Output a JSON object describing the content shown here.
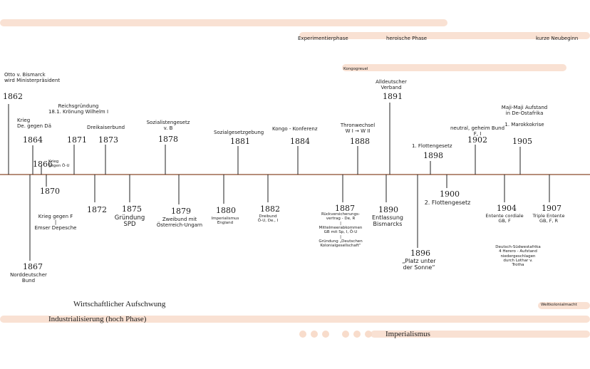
{
  "phases": {
    "experimental": "Experimentierphase",
    "heroic": "heroische Phase",
    "restart": "kurze Neubeginn",
    "congo": "Kongogreuel"
  },
  "eras": {
    "econ": "Wirtschaftlicher Aufschwung",
    "industrial": "Industrialisierung (hoch Phase)",
    "imperialism": "Imperialismus",
    "colonial": "Weltkolonialmacht"
  },
  "top_events": {
    "e1862": {
      "year": "1862",
      "label": "Otto v. Bismarck\nwird Ministerpräsident"
    },
    "e1864": {
      "year": "1864",
      "label": "Krieg\nDe. gegen Dä"
    },
    "e1866": {
      "year": "1866",
      "label": "Krieg\ngegen Ö-U"
    },
    "e1871": {
      "year": "1871",
      "label": "Reichsgründung\n18.1. Krönung Wilhelm I"
    },
    "e1873": {
      "year": "1873",
      "label": "Dreikaiserbund"
    },
    "e1878": {
      "year": "1878",
      "label": "Sozialistengesetz\nv. B"
    },
    "e1881": {
      "year": "1881",
      "label": "Sozialgesetzgebung"
    },
    "e1884": {
      "year": "1884",
      "label": "Kongo - Konferenz"
    },
    "e1888": {
      "year": "1888",
      "label": "Thronwechsel\nW I → W II"
    },
    "e1891": {
      "year": "1891",
      "label": "Alldeutscher\nVerband"
    },
    "e1898": {
      "year": "1898",
      "label": "1. Flottengesetz"
    },
    "e1902": {
      "year": "1902",
      "label": "neutral, geheim Bund\nF, I"
    },
    "e1905": {
      "year": "1905",
      "label": "Maji-Maji Aufstand\nin De-Ostafrika\n\n1. Marokkokrise"
    }
  },
  "bottom_events": {
    "e1867": {
      "year": "1867",
      "label": "Norddeutscher\nBund"
    },
    "e1870": {
      "year": "1870",
      "label": "Krieg gegen F\n|\nEmser Depesche"
    },
    "e1872": {
      "year": "1872",
      "label": ""
    },
    "e1875": {
      "year": "1875",
      "label": "Gründung\nSPD"
    },
    "e1879": {
      "year": "1879",
      "label": "Zweibund mit\nÖsterreich-Ungarn"
    },
    "e1880": {
      "year": "1880",
      "label": "Imperialismus\nEngland"
    },
    "e1882": {
      "year": "1882",
      "label": "Dreibund\nÖ-U, De., I"
    },
    "e1887": {
      "year": "1887",
      "label": "Rückversicherungs-\nvertrag - De, R\n|\nMittelmeerabkommen\nGB mit Sp, I, Ö-U\n|\nGründung „Deutschen\nKolonialgesellschaft“"
    },
    "e1890": {
      "year": "1890",
      "label": "Entlassung\nBismarcks"
    },
    "e1896": {
      "year": "1896",
      "label": "„Platz unter\nder Sonne“"
    },
    "e1900": {
      "year": "1900",
      "label": "2. Flottengesetz"
    },
    "e1904": {
      "year": "1904",
      "label": "Entente cordiale\nGB, F"
    },
    "e1904b": {
      "label": "Deutsch-Südwestafrika\n4 Herero - Aufstand\nniedergeschlagen\ndurch Lothar v.\nTrotha"
    },
    "e1907": {
      "year": "1907",
      "label": "Triple Entente\nGB, F, R"
    }
  },
  "colors": {
    "band": "#f8dccb",
    "axis": "#8a4a2a",
    "tick": "#222222"
  }
}
